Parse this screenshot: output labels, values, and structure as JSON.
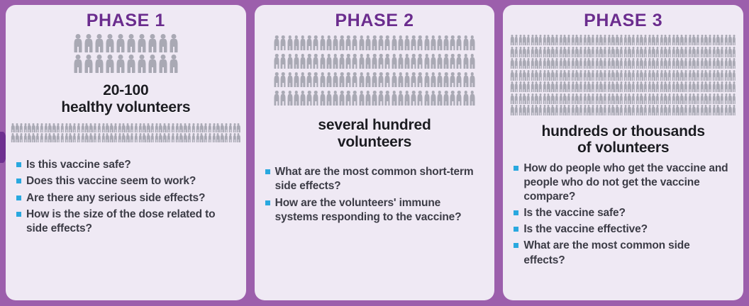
{
  "colors": {
    "frame_purple": "#9C5FAC",
    "card_background": "#EFE9F4",
    "title_purple": "#6B2D8E",
    "headline_text": "#1C1C22",
    "body_text": "#3C3C46",
    "bullet_blue": "#29A8DF",
    "person_gray": "#A9A9B4"
  },
  "cards": [
    {
      "title": "PHASE 1",
      "headline": "20-100\nhealthy volunteers",
      "headline_lines": [
        "20-100",
        "healthy volunteers"
      ],
      "pictogram": {
        "rows": 2,
        "per_row": 10,
        "size": "large"
      },
      "pictogram_secondary": {
        "rows": 2,
        "per_row": 56,
        "size": "tiny"
      },
      "questions": [
        "Is this vaccine safe?",
        "Does this vaccine seem to work?",
        "Are there any serious side effects?",
        "How is the size of the dose related to side effects?"
      ]
    },
    {
      "title": "PHASE 2",
      "headline": "several hundred\nvolunteers",
      "headline_lines": [
        "several hundred",
        "volunteers"
      ],
      "pictogram": {
        "rows": 4,
        "per_row": 31,
        "size": "medium"
      },
      "questions": [
        "What are the most common short-term side effects?",
        "How are the volunteers' immune systems responding to the vaccine?"
      ]
    },
    {
      "title": "PHASE 3",
      "headline": "hundreds or thousands\nof volunteers",
      "headline_lines": [
        "hundreds or thousands",
        "of volunteers"
      ],
      "pictogram": {
        "rows": 7,
        "per_row": 56,
        "size": "small"
      },
      "questions": [
        "How do people who get the vaccine and people who do not get the vaccine compare?",
        "Is the vaccine safe?",
        "Is the vaccine effective?",
        "What are the most common side effects?"
      ]
    }
  ]
}
